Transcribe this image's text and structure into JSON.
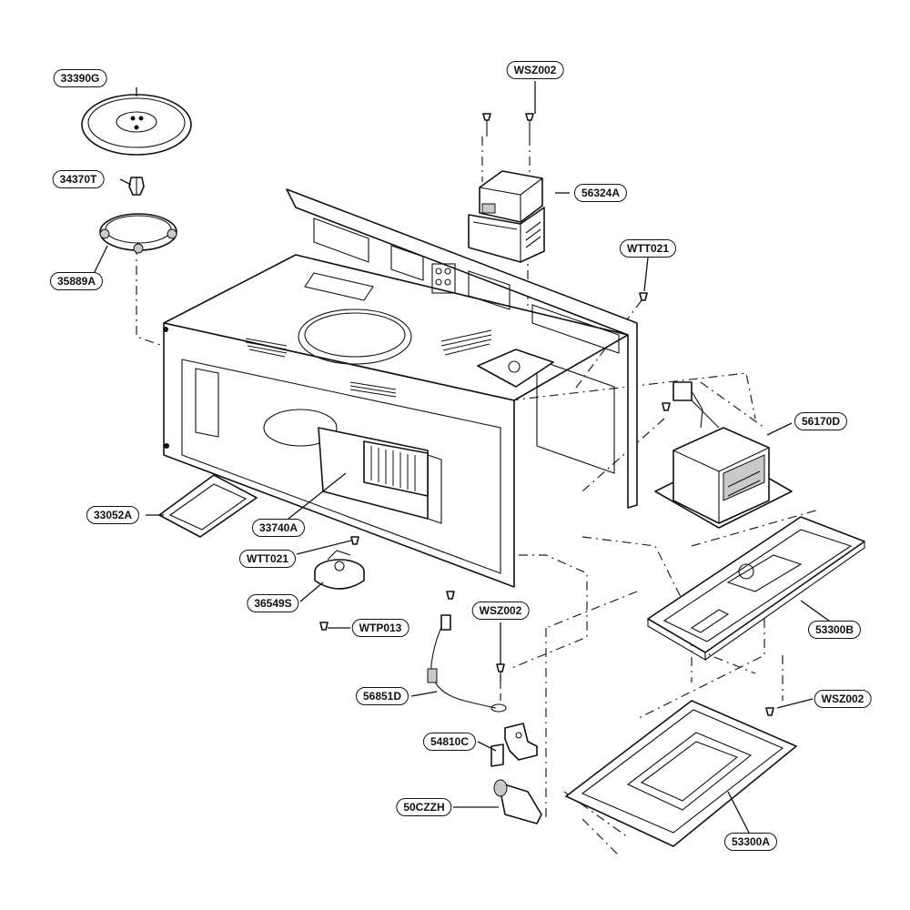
{
  "diagram": {
    "callouts": [
      {
        "id": "turntable-tray",
        "text": "33390G"
      },
      {
        "id": "coupler",
        "text": "34370T"
      },
      {
        "id": "roller-ring",
        "text": "35889A"
      },
      {
        "id": "screw-top",
        "text": "WSZ002"
      },
      {
        "id": "magnetron",
        "text": "56324A"
      },
      {
        "id": "screw-right",
        "text": "WTT021"
      },
      {
        "id": "transformer",
        "text": "56170D"
      },
      {
        "id": "cover-plate",
        "text": "33052A"
      },
      {
        "id": "bracket",
        "text": "33740A"
      },
      {
        "id": "screw-left",
        "text": "WTT021"
      },
      {
        "id": "turntable-motor",
        "text": "36549S"
      },
      {
        "id": "screw-motor",
        "text": "WTP013"
      },
      {
        "id": "screw-mid",
        "text": "WSZ002"
      },
      {
        "id": "harness",
        "text": "56851D"
      },
      {
        "id": "lamp-bracket",
        "text": "54810C"
      },
      {
        "id": "lamp-socket",
        "text": "50CZZH"
      },
      {
        "id": "base-plate",
        "text": "53300B"
      },
      {
        "id": "screw-bottom",
        "text": "WSZ002"
      },
      {
        "id": "bottom-plate",
        "text": "53300A"
      }
    ]
  }
}
